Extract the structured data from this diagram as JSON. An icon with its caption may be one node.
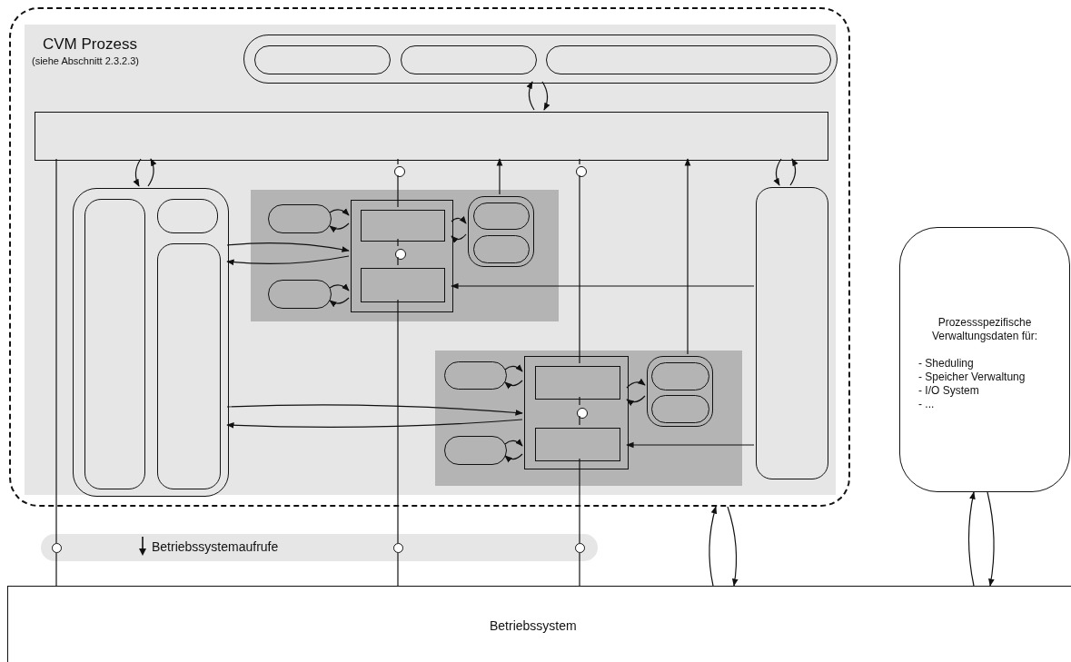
{
  "diagram": {
    "nodes": [
      {
        "text": [],
        "shape": "box"
      },
      {
        "text": [
          "CVM Prozess",
          "(siehe Abschnitt 2.3.2.3)"
        ],
        "in": 0
      },
      {
        "text": [],
        "shape": "box",
        "in": 1
      },
      {
        "text": [],
        "shape": "box",
        "in": 2
      },
      {
        "text": [],
        "shape": "box",
        "in": 2
      },
      {
        "text": [],
        "shape": "box",
        "in": 2
      },
      {
        "text": [],
        "shape": "box",
        "in": 1
      },
      {
        "text": [],
        "shape": "box",
        "in": 1
      },
      {
        "text": [],
        "shape": "box",
        "in": 7
      },
      {
        "text": [],
        "shape": "box",
        "in": 7
      },
      {
        "text": [],
        "shape": "box",
        "in": 7
      },
      {
        "text": [],
        "shape": "box",
        "in": 1
      },
      {
        "text": [],
        "shape": "box",
        "in": 11
      },
      {
        "text": [],
        "shape": "box",
        "in": 11
      },
      {
        "text": [],
        "shape": "box",
        "in": 11
      },
      {
        "text": [],
        "shape": "box",
        "in": 14
      },
      {
        "text": [],
        "shape": "box",
        "in": 14
      },
      {
        "text": [],
        "shape": "circle",
        "in": 14
      },
      {
        "text": [],
        "shape": "box",
        "in": 11
      },
      {
        "text": [],
        "shape": "box",
        "in": 18
      },
      {
        "text": [],
        "shape": "box",
        "in": 18
      },
      {
        "text": [],
        "shape": "box",
        "in": 1
      },
      {
        "text": [],
        "shape": "box",
        "in": 21
      },
      {
        "text": [],
        "shape": "box",
        "in": 21
      },
      {
        "text": [],
        "shape": "box",
        "in": 21
      },
      {
        "text": [],
        "shape": "box",
        "in": 24
      },
      {
        "text": [],
        "shape": "box",
        "in": 24
      },
      {
        "text": [],
        "shape": "circle",
        "in": 24
      },
      {
        "text": [],
        "shape": "box",
        "in": 21
      },
      {
        "text": [],
        "shape": "box",
        "in": 28
      },
      {
        "text": [],
        "shape": "box",
        "in": 28
      },
      {
        "text": [],
        "shape": "box",
        "in": 1
      },
      {
        "text": [],
        "shape": "circle",
        "in": 1
      },
      {
        "text": [],
        "shape": "circle",
        "in": 1
      },
      {
        "text": [
          "Betriebssystemaufrufe"
        ]
      },
      {
        "text": [],
        "shape": "circle",
        "in": 34
      },
      {
        "text": [],
        "shape": "circle",
        "in": 34
      },
      {
        "text": [],
        "shape": "circle",
        "in": 34
      },
      {
        "text": [
          "Prozessspezifische Verwaltungsdaten für:",
          "- Sheduling",
          "- Speicher Verwaltung",
          "- I/O System",
          "- ..."
        ]
      },
      {
        "text": [
          "Betriebssystem"
        ]
      }
    ],
    "edges": [
      {
        "from": 6,
        "to": 2,
        "arrow": "to"
      },
      {
        "from": 2,
        "to": 6,
        "arrow": "to"
      },
      {
        "from": 6,
        "to": 7,
        "arrow": "to"
      },
      {
        "from": 7,
        "to": 6,
        "arrow": "to"
      },
      {
        "from": 6,
        "to": 31,
        "arrow": "to"
      },
      {
        "from": 31,
        "to": 6,
        "arrow": "to"
      },
      {
        "from": 6,
        "to": 35,
        "arrow": "none"
      },
      {
        "from": 35,
        "to": 39,
        "arrow": "none"
      },
      {
        "from": 6,
        "to": 32,
        "arrow": "none"
      },
      {
        "from": 32,
        "to": 15,
        "arrow": "none"
      },
      {
        "from": 15,
        "to": 17,
        "arrow": "none"
      },
      {
        "from": 17,
        "to": 16,
        "arrow": "none"
      },
      {
        "from": 16,
        "to": 36,
        "arrow": "none"
      },
      {
        "from": 36,
        "to": 39,
        "arrow": "none"
      },
      {
        "from": 6,
        "to": 33,
        "arrow": "none"
      },
      {
        "from": 33,
        "to": 25,
        "arrow": "none"
      },
      {
        "from": 25,
        "to": 27,
        "arrow": "none"
      },
      {
        "from": 27,
        "to": 26,
        "arrow": "none"
      },
      {
        "from": 26,
        "to": 37,
        "arrow": "none"
      },
      {
        "from": 37,
        "to": 39,
        "arrow": "none"
      },
      {
        "from": 18,
        "to": 6,
        "arrow": "to"
      },
      {
        "from": 28,
        "to": 6,
        "arrow": "to"
      },
      {
        "from": 12,
        "to": 14,
        "arrow": "to"
      },
      {
        "from": 14,
        "to": 12,
        "arrow": "to"
      },
      {
        "from": 13,
        "to": 14,
        "arrow": "to"
      },
      {
        "from": 14,
        "to": 13,
        "arrow": "to"
      },
      {
        "from": 14,
        "to": 18,
        "arrow": "to"
      },
      {
        "from": 18,
        "to": 14,
        "arrow": "to"
      },
      {
        "from": 7,
        "to": 14,
        "arrow": "to"
      },
      {
        "from": 14,
        "to": 7,
        "arrow": "to"
      },
      {
        "from": 31,
        "to": 14,
        "arrow": "to"
      },
      {
        "from": 22,
        "to": 24,
        "arrow": "to"
      },
      {
        "from": 24,
        "to": 22,
        "arrow": "to"
      },
      {
        "from": 23,
        "to": 24,
        "arrow": "to"
      },
      {
        "from": 24,
        "to": 23,
        "arrow": "to"
      },
      {
        "from": 24,
        "to": 28,
        "arrow": "to"
      },
      {
        "from": 28,
        "to": 24,
        "arrow": "to"
      },
      {
        "from": 7,
        "to": 24,
        "arrow": "to"
      },
      {
        "from": 24,
        "to": 7,
        "arrow": "to"
      },
      {
        "from": 31,
        "to": 24,
        "arrow": "to"
      },
      {
        "from": 39,
        "to": 0,
        "arrow": "to"
      },
      {
        "from": 0,
        "to": 39,
        "arrow": "to"
      },
      {
        "from": 39,
        "to": 38,
        "arrow": "to"
      },
      {
        "from": 38,
        "to": 39,
        "arrow": "to"
      }
    ]
  }
}
